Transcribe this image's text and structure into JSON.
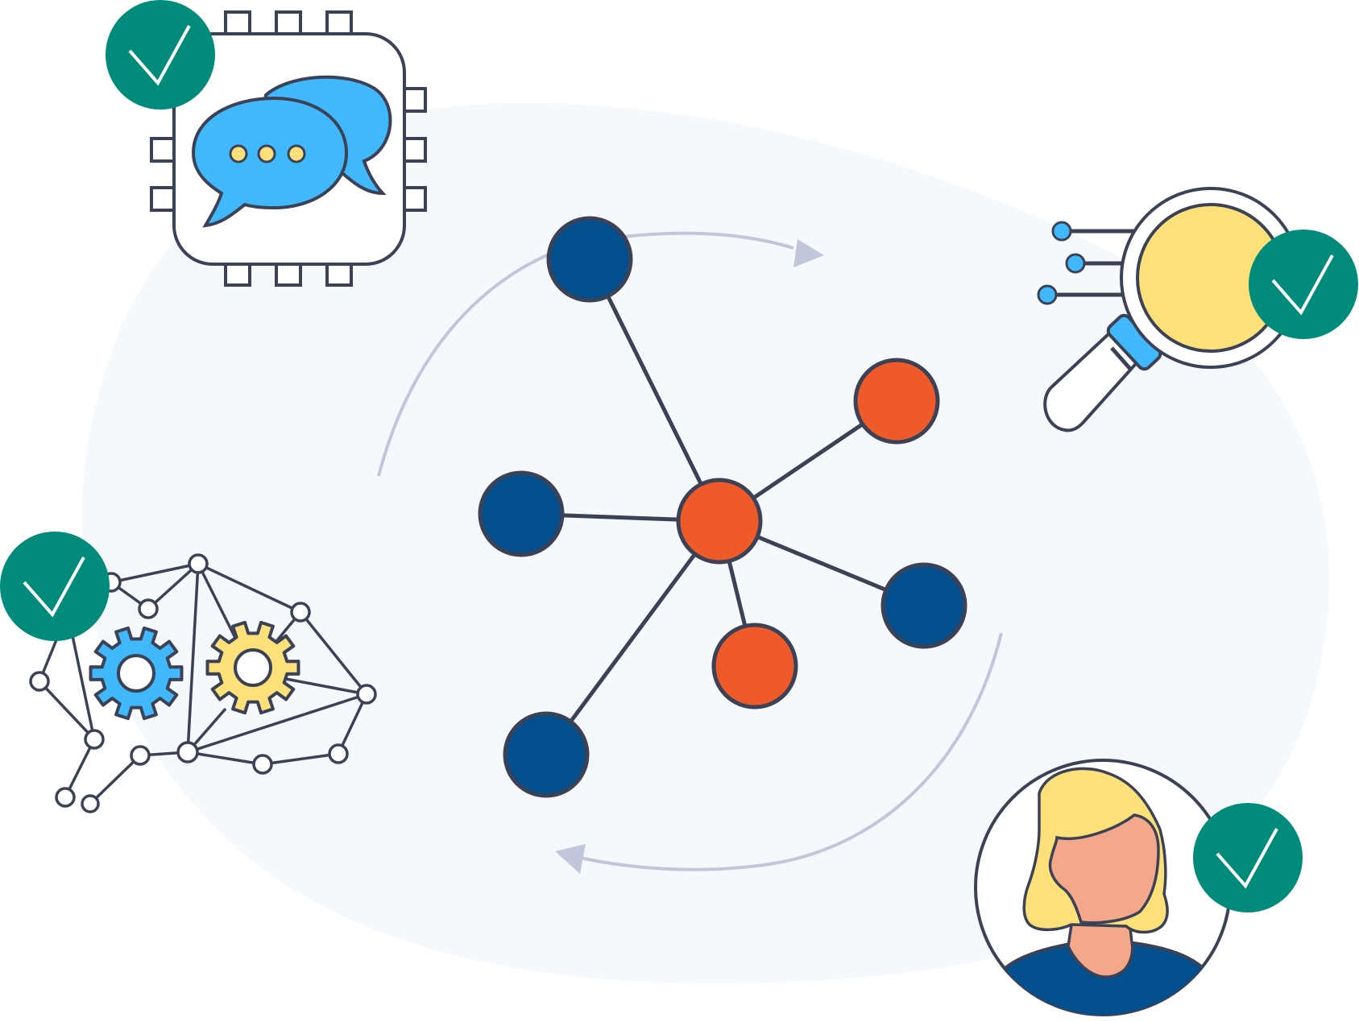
{
  "colors": {
    "outline": "#3b4256",
    "background_blob": "#f5f9fd",
    "hub_orange": "#ef5a2b",
    "node_navy": "#044f8e",
    "bubble_blue": "#41b8fb",
    "accent_yellow": "#fde07a",
    "badge_teal": "#008b7a",
    "cycle_arrow": "#c2c6da",
    "skin": "#f3a78b",
    "white": "#ffffff"
  },
  "diagram": {
    "center_network": {
      "hub": {
        "color": "orange"
      },
      "spokes": [
        {
          "name": "spoke-top",
          "color": "navy"
        },
        {
          "name": "spoke-left",
          "color": "navy"
        },
        {
          "name": "spoke-bottom-left",
          "color": "navy"
        },
        {
          "name": "spoke-right",
          "color": "navy"
        },
        {
          "name": "spoke-upper-right",
          "color": "orange"
        },
        {
          "name": "spoke-bottom",
          "color": "orange"
        }
      ]
    },
    "cycle_arrows": [
      "clockwise-top",
      "clockwise-bottom"
    ],
    "corner_icons": [
      {
        "name": "chat-chip-icon",
        "checked": true
      },
      {
        "name": "magnifier-search-icon",
        "checked": true
      },
      {
        "name": "gears-network-icon",
        "checked": true
      },
      {
        "name": "person-avatar-icon",
        "checked": true
      }
    ]
  }
}
